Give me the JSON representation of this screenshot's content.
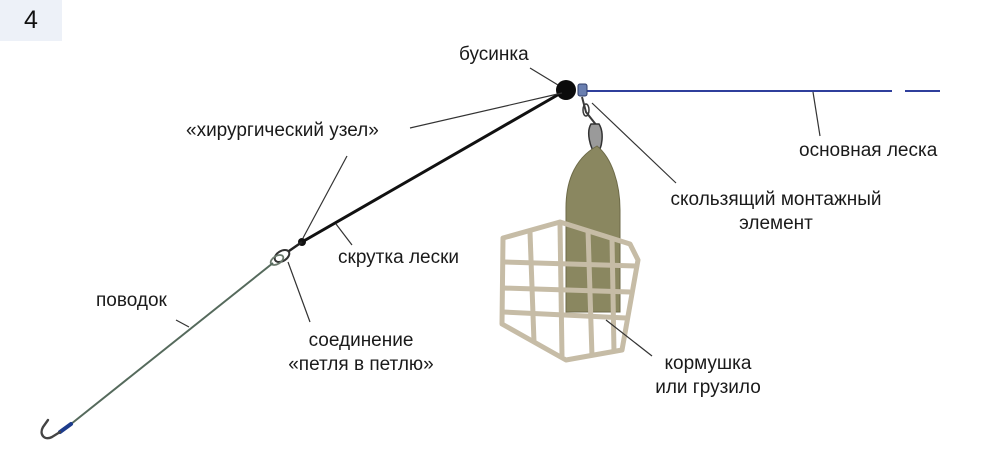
{
  "figure_number": "4",
  "labels": {
    "bead": "бусинка",
    "surgeon_knot": "«хирургический узел»",
    "main_line": "основная леска",
    "sliding_element_line1": "скользящий монтажный",
    "sliding_element_line2": "элемент",
    "twisted_line": "скрутка лески",
    "leader": "поводок",
    "loop_connection_line1": "соединение",
    "loop_connection_line2": "«петля в петлю»",
    "feeder_line1": "кормушка",
    "feeder_line2": "или грузило"
  },
  "colors": {
    "main_line": "#2f3f9c",
    "twisted_line": "#111111",
    "leader": "#556a5c",
    "feeder_plastic": "#c6bca6",
    "feeder_weight": "#8a8760",
    "pointer": "#333333"
  }
}
